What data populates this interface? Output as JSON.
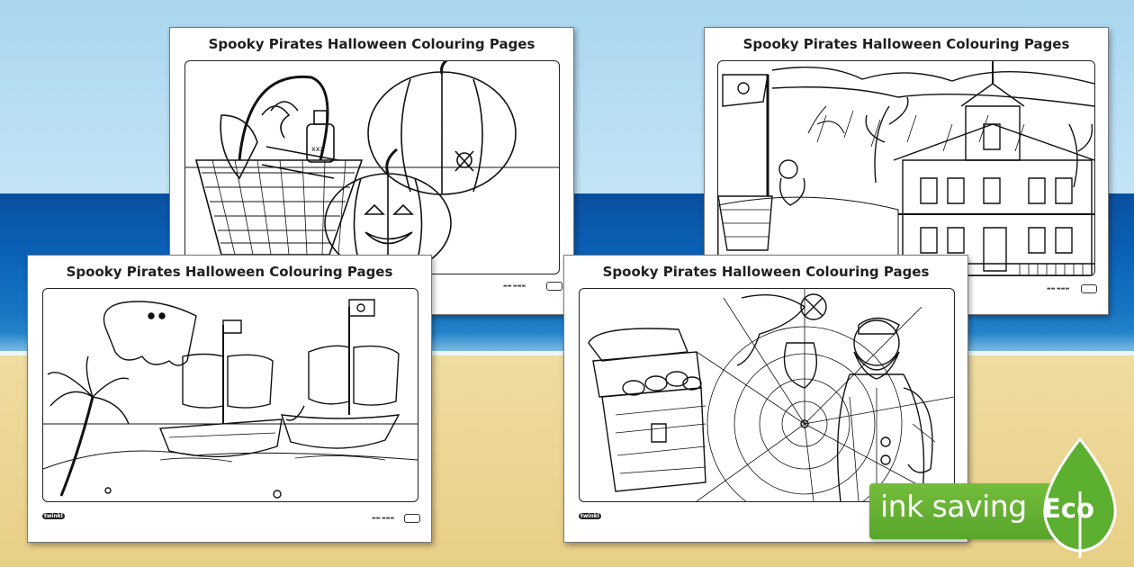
{
  "background": {
    "sky_color": "#b6def3",
    "sea_color": "#0b5cb0",
    "sand_color": "#ecd594"
  },
  "sheets": [
    {
      "title": "Spooky Pirates Halloween Colouring Pages",
      "subject": "basket-and-pumpkins"
    },
    {
      "title": "Spooky Pirates Halloween Colouring Pages",
      "subject": "haunted-house"
    },
    {
      "title": "Spooky Pirates Halloween Colouring Pages",
      "subject": "ghost-and-pirate-ships"
    },
    {
      "title": "Spooky Pirates Halloween Colouring Pages",
      "subject": "treasure-chest-and-pirate"
    }
  ],
  "badge": {
    "label": "ink saving",
    "leaf_label": "Eco",
    "color": "#62ad31"
  }
}
